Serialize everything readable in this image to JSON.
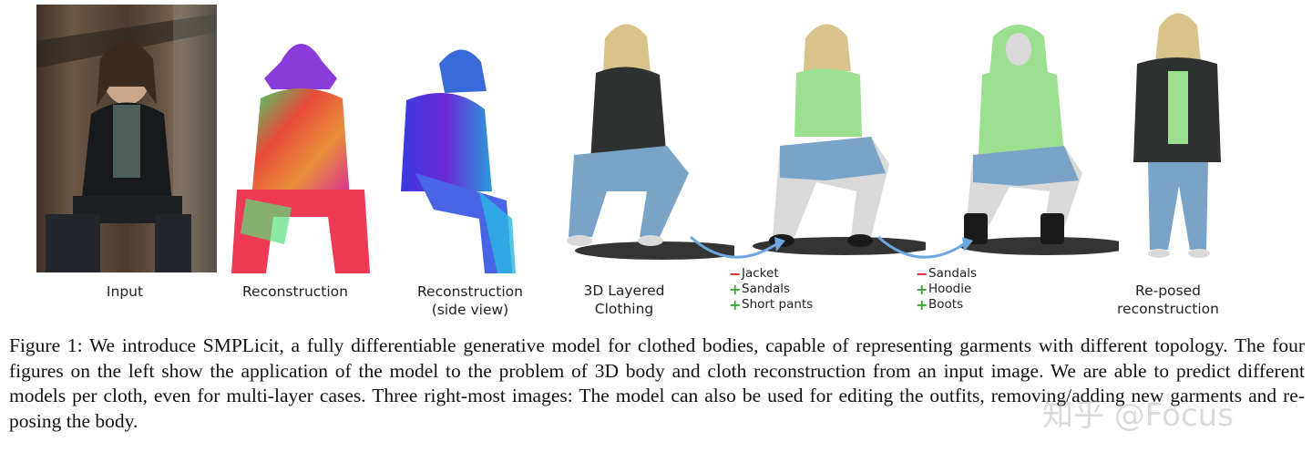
{
  "panels": {
    "input": {
      "label": "Input"
    },
    "reconstruction": {
      "label": "Reconstruction"
    },
    "reconstruction_side": {
      "label_line1": "Reconstruction",
      "label_line2": "(side view)"
    },
    "layered": {
      "label_line1": "3D Layered",
      "label_line2": "Clothing"
    },
    "edit1": {
      "ops": [
        {
          "sign": "−",
          "text": "Jacket"
        },
        {
          "sign": "+",
          "text": "Sandals"
        },
        {
          "sign": "+",
          "text": "Short pants"
        }
      ]
    },
    "edit2": {
      "ops": [
        {
          "sign": "−",
          "text": "Sandals"
        },
        {
          "sign": "+",
          "text": "Hoodie"
        },
        {
          "sign": "+",
          "text": "Boots"
        }
      ]
    },
    "reposed": {
      "label_line1": "Re-posed",
      "label_line2": "reconstruction"
    }
  },
  "caption": {
    "text": "Figure 1: We introduce SMPLicit, a fully differentiable generative model for clothed bodies, capable of representing garments with different topology. The four figures on the left show the application of the model to the problem of 3D body and cloth reconstruction from an input image. We are able to predict different models per cloth, even for multi-layer cases. Three right-most images: The model can also be used for editing the outfits, removing/adding new garments and re-posing the body."
  },
  "watermark": {
    "text": "知乎 @Focus"
  },
  "colors": {
    "skin": "#d9d9d9",
    "hair": "#d8c48a",
    "jacket": "#2d312f",
    "shirt": "#9be08f",
    "jeans": "#7aa3c8",
    "shoes": "#1a1a1a",
    "arrow": "#6fa6e0"
  }
}
